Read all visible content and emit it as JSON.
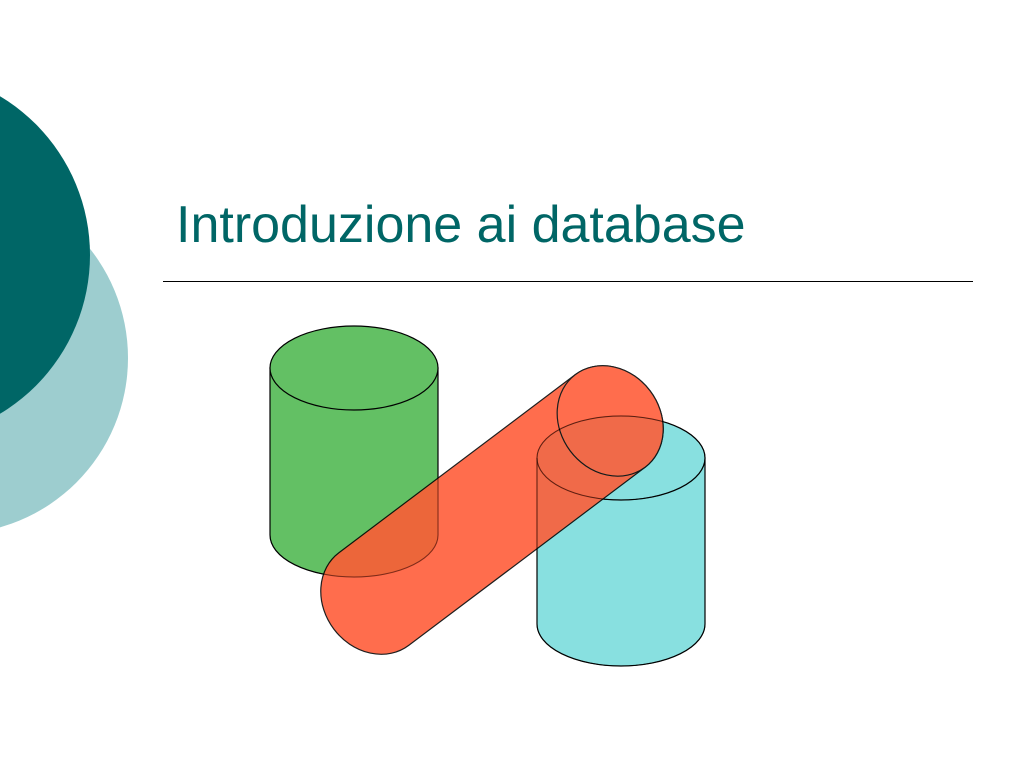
{
  "slide": {
    "title": "Introduzione ai database"
  },
  "colors": {
    "title": "#006666",
    "decor_dark": "#006666",
    "decor_light": "#9dcdcf",
    "cylinder_green": "#63c064",
    "cylinder_red": "#ff6644",
    "cylinder_cyan": "#88e0e0",
    "outline": "#000000"
  },
  "illustration": {
    "icon": "database-cylinders-icon",
    "shapes": [
      {
        "name": "green-cylinder",
        "color": "#63c064"
      },
      {
        "name": "red-cylinder",
        "color": "#ff6644"
      },
      {
        "name": "cyan-cylinder",
        "color": "#88e0e0"
      }
    ]
  }
}
